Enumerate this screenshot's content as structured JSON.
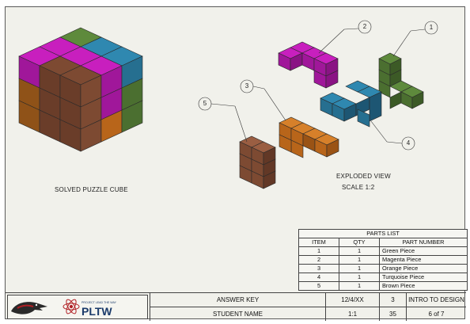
{
  "views": {
    "solved_label": "SOLVED PUZZLE CUBE",
    "exploded_label": "EXPLODED VIEW",
    "scale_label": "SCALE 1:2"
  },
  "balloons": [
    "1",
    "2",
    "3",
    "4",
    "5"
  ],
  "parts_list": {
    "title": "PARTS LIST",
    "headers": [
      "ITEM",
      "QTY",
      "PART NUMBER"
    ],
    "rows": [
      {
        "item": "1",
        "qty": "1",
        "part": "Green Piece"
      },
      {
        "item": "2",
        "qty": "1",
        "part": "Magenta Piece"
      },
      {
        "item": "3",
        "qty": "1",
        "part": "Orange Piece"
      },
      {
        "item": "4",
        "qty": "1",
        "part": "Turquoise Piece"
      },
      {
        "item": "5",
        "qty": "1",
        "part": "Brown Piece"
      }
    ]
  },
  "title_block": {
    "title": "ANSWER KEY",
    "drawn_by": "STUDENT NAME",
    "date": "12/4/XX",
    "scale": "1:1",
    "period": "3",
    "number": "35",
    "course": "INTRO TO DESIGN",
    "sheet": "6 of 7",
    "logo_text": "PLTW",
    "logo_tagline": "PROJECT LEAD THE WAY"
  },
  "colors": {
    "green": "#5e8a3c",
    "magenta": "#c81fbe",
    "orange": "#b8651a",
    "turquoise": "#2f88b0",
    "brown": "#7d4a32"
  }
}
